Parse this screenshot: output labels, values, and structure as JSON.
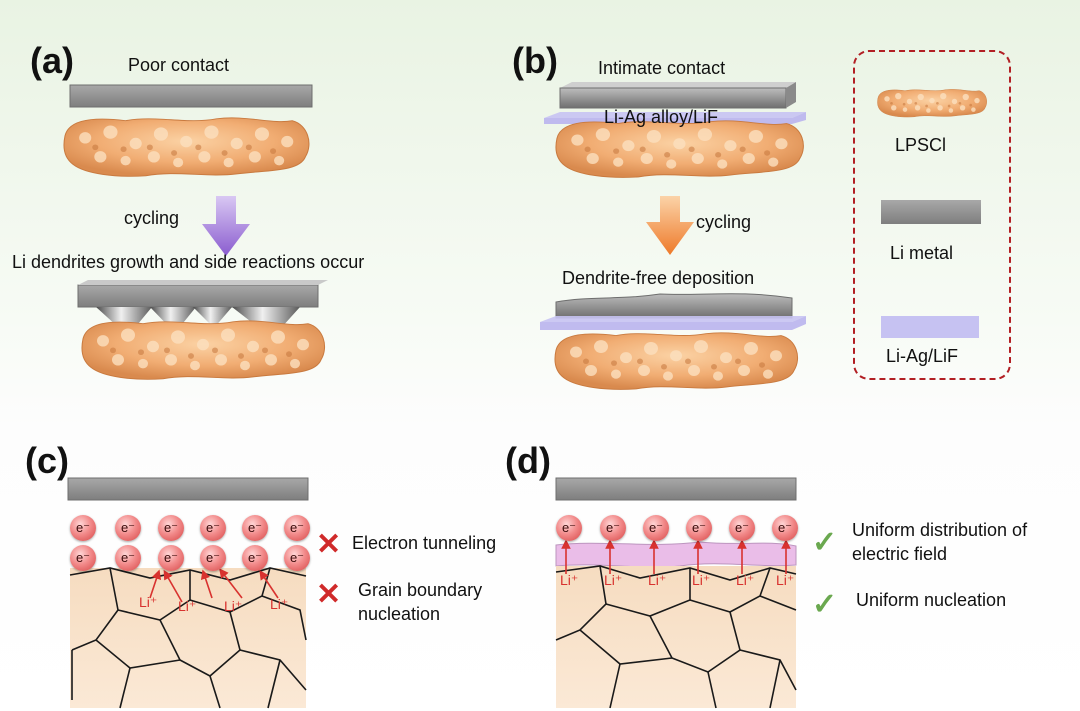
{
  "panels": {
    "a": {
      "label": "(a)",
      "top_text": "Poor contact",
      "arrow_text": "cycling",
      "bottom_text": "Li dendrites growth and side reactions occur"
    },
    "b": {
      "label": "(b)",
      "top_text": "Intimate contact",
      "layer_text": "Li-Ag alloy/LiF",
      "arrow_text": "cycling",
      "bottom_text": "Dendrite-free deposition"
    },
    "c": {
      "label": "(c)",
      "electron": "e⁻",
      "li_ion": "Li⁺",
      "points": [
        "Electron tunneling",
        "Grain boundary nucleation"
      ]
    },
    "d": {
      "label": "(d)",
      "electron": "e⁻",
      "li_ion": "Li⁺",
      "points": [
        "Uniform distribution of electric field",
        "Uniform nucleation"
      ]
    }
  },
  "legend": {
    "items": [
      "LPSCl",
      "Li metal",
      "Li-Ag/LiF"
    ]
  },
  "colors": {
    "li_metal": "#8c8c8c",
    "electrolyte": "#f2b27a",
    "interlayer": "#c6c2f2",
    "cross": "#d02a2a",
    "check": "#6aa84f",
    "arrow_a": "#9b6fd6",
    "arrow_b": "#f08a3a"
  },
  "icons": {
    "cross": "cross-icon",
    "check": "check-icon"
  }
}
